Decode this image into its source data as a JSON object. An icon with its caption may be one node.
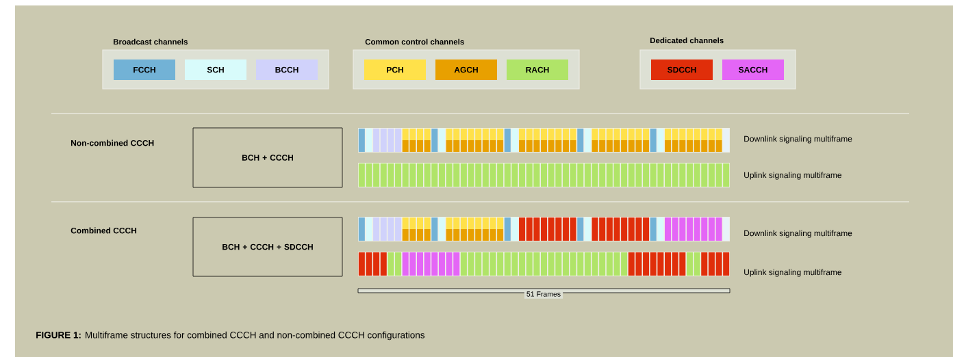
{
  "diagram": {
    "caption": "**FIGURE 1:** Multiframe structures for combined CCCH and non-combined CCCH configurations",
    "nodes": [
      {
        "text": [
          "BCH + CCCH"
        ]
      },
      {
        "text": [
          "BCH + CCCH + SDCCH"
        ]
      }
    ],
    "labels": [
      "Broadcast channels",
      "Common control channels",
      "Dedicated channels",
      "Non-combined CCCH",
      "Downlink signaling multiframe",
      "Uplink signaling multiframe",
      "Combined CCCH",
      "Downlink signaling multiframe",
      "Uplink signaling multiframe",
      "51 Frames"
    ],
    "legend": [
      {
        "text": "FCCH",
        "color": "#72b2d6"
      },
      {
        "text": "SCH",
        "color": "#d8fbfb"
      },
      {
        "text": "BCCH",
        "color": "#d0d2fb"
      },
      {
        "text": "PCH",
        "color": "#ffe14a"
      },
      {
        "text": "AGCH",
        "color": "#e8a000"
      },
      {
        "text": "RACH",
        "color": "#b0e468"
      },
      {
        "text": "SDCCH",
        "color": "#e02e0a"
      },
      {
        "text": "SACCH",
        "color": "#e466f6"
      }
    ]
  }
}
